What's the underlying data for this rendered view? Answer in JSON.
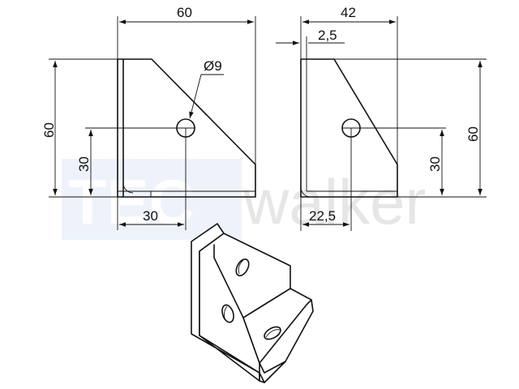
{
  "watermark": {
    "prefix": "TEC",
    "suffix": "walker"
  },
  "dimensions": {
    "front_width": "60",
    "front_height": "60",
    "hole_height_front": "30",
    "hole_offset_front": "30",
    "hole_diameter": "Ø9",
    "side_depth": "42",
    "thickness": "2,5",
    "hole_height_side": "30",
    "side_height": "60",
    "hole_offset_side": "22,5"
  },
  "colors": {
    "line": "#111111",
    "watermark_box": "#eef3fb",
    "watermark_text": "#e6e6e6"
  }
}
